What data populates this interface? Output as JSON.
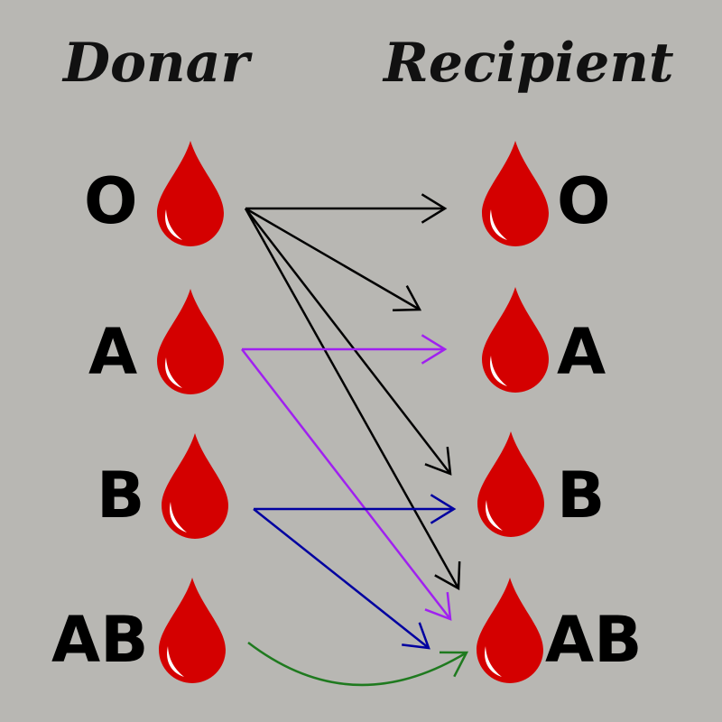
{
  "headers": {
    "donor": "Donar",
    "recipient": "Recipient"
  },
  "donors": [
    {
      "type": "O",
      "icon": "blood-drop-icon"
    },
    {
      "type": "A",
      "icon": "blood-drop-icon"
    },
    {
      "type": "B",
      "icon": "blood-drop-icon"
    },
    {
      "type": "AB",
      "icon": "blood-drop-icon"
    }
  ],
  "recipients": [
    {
      "type": "O",
      "icon": "blood-drop-icon"
    },
    {
      "type": "A",
      "icon": "blood-drop-icon"
    },
    {
      "type": "B",
      "icon": "blood-drop-icon"
    },
    {
      "type": "AB",
      "icon": "blood-drop-icon"
    }
  ],
  "compatibility": [
    {
      "from": "O",
      "to": [
        "O",
        "A",
        "B",
        "AB"
      ],
      "color": "#000000"
    },
    {
      "from": "A",
      "to": [
        "A",
        "AB"
      ],
      "color": "#a020f0"
    },
    {
      "from": "B",
      "to": [
        "B",
        "AB"
      ],
      "color": "#0000a0"
    },
    {
      "from": "AB",
      "to": [
        "AB"
      ],
      "color": "#1f7a1f"
    }
  ],
  "colors": {
    "background": "#b8b7b3",
    "drop": "#d40000",
    "drop_highlight": "#ffffff"
  }
}
